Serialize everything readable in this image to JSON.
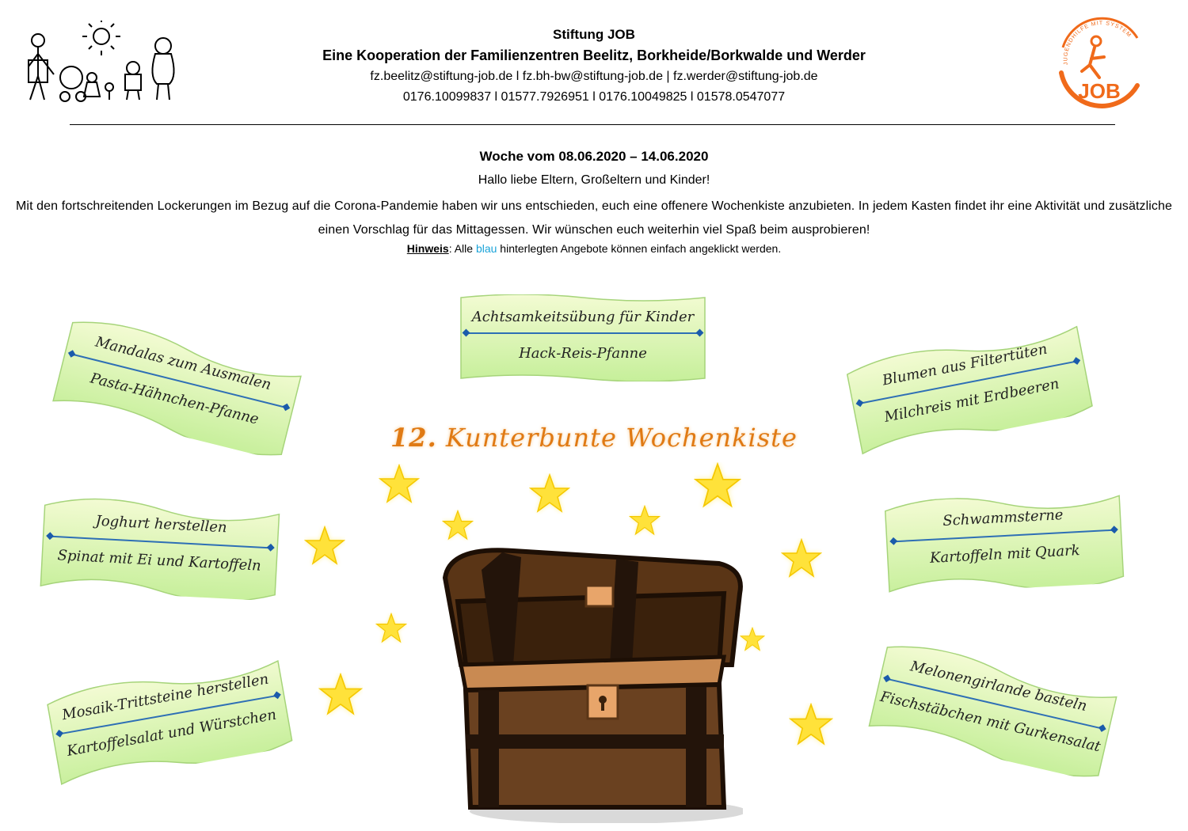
{
  "header": {
    "org_name": "Stiftung JOB",
    "coop": "Eine Kooperation der Familienzentren Beelitz, Borkheide/Borkwalde und Werder",
    "emails": "fz.beelitz@stiftung-job.de l fz.bh-bw@stiftung-job.de | fz.werder@stiftung-job.de",
    "phones": "0176.10099837 l 01577.7926951 l 0176.10049825 l 01578.0547077",
    "logo_text": "JOB",
    "logo_arc_text": "JUGENDHILFE MIT SYSTEM"
  },
  "intro": {
    "week": "Woche vom 08.06.2020 – 14.06.2020",
    "greeting": "Hallo liebe Eltern, Großeltern und Kinder!",
    "text": "Mit den fortschreitenden Lockerungen im Bezug auf die Corona-Pandemie haben wir uns entschieden, euch eine offenere Wochenkiste anzubieten. In jedem Kasten findet ihr eine Aktivität und zusätzliche einen Vorschlag für das Mittagessen. Wir wünschen euch weiterhin viel Spaß beim ausprobieren!",
    "hint_label": "Hinweis",
    "hint_pre": ": Alle ",
    "hint_blue": "blau",
    "hint_post": " hinterlegten Angebote können einfach angeklickt werden."
  },
  "title": {
    "number": "12.",
    "text": "Kunterbunte Wochenkiste"
  },
  "banners": [
    {
      "activity": "Achtsamkeitsübung für Kinder",
      "meal": "Hack-Reis-Pfanne"
    },
    {
      "activity": "Mandalas zum Ausmalen",
      "meal": "Pasta-Hähnchen-Pfanne"
    },
    {
      "activity": "Blumen aus Filtertüten",
      "meal": "Milchreis mit Erdbeeren"
    },
    {
      "activity": "Joghurt herstellen",
      "meal": "Spinat mit Ei und Kartoffeln"
    },
    {
      "activity": "Schwammsterne",
      "meal": "Kartoffeln mit Quark"
    },
    {
      "activity": "Mosaik-Trittsteine herstellen",
      "meal": "Kartoffelsalat und Würstchen"
    },
    {
      "activity": "Melonengirlande basteln",
      "meal": "Fischstäbchen mit Gurkensalat"
    }
  ],
  "colors": {
    "banner_fill_top": "#f3fbd3",
    "banner_fill_bottom": "#c6ef9a",
    "divider": "#2e6fb5",
    "title": "#e07a14",
    "star": "#ffe23a",
    "logo_orange": "#f06a1a"
  }
}
